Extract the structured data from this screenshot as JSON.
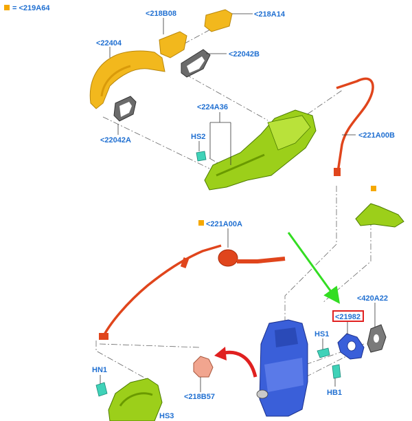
{
  "legend": {
    "text": "= <219A64",
    "marker_color": "#f5a800"
  },
  "colors": {
    "yellow": "#f2b81d",
    "lime": "#9ccf1a",
    "red": "#e0451c",
    "blue": "#3a5fd9",
    "gray": "#8a8a8a",
    "label": "#1f6fd1",
    "highlight": "#e02020",
    "arrow_green": "#33dd22"
  },
  "labels": {
    "p218B08": "<218B08",
    "p218A14": "<218A14",
    "p22404": "<22404",
    "p22042B": "<22042B",
    "p22042A": "<22042A",
    "p224A36": "<224A36",
    "hs2": "HS2",
    "p221A00B": "<221A00B",
    "p221A00A": "<221A00A",
    "p420A22": "<420A22",
    "p21982": "<21982",
    "hs1": "HS1",
    "hb1": "HB1",
    "hn1": "HN1",
    "p218B57": "<218B57",
    "hs3": "HS3"
  }
}
